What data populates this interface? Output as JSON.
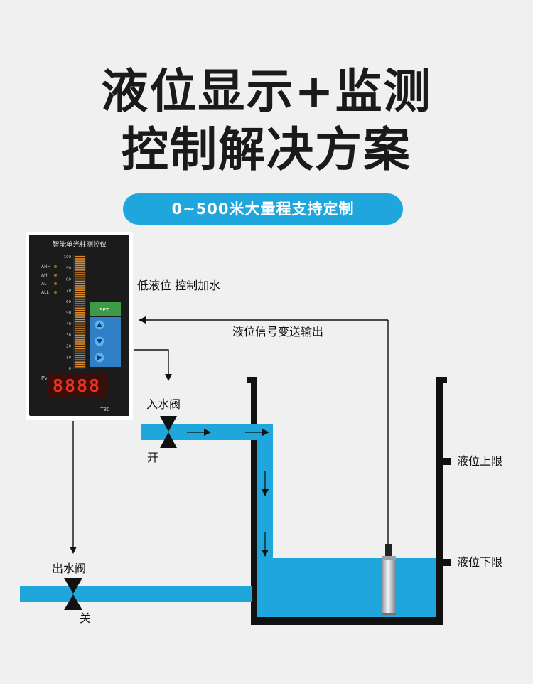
{
  "title": {
    "line1": "液位显示+监测",
    "line2": "控制解决方案"
  },
  "range_badge": "0~500米大量程支持定制",
  "controller": {
    "name": "智能单光柱测控仪",
    "alarm_labels": [
      "AHH",
      "AH",
      "AL",
      "ALL"
    ],
    "scale_ticks": [
      "100",
      "90",
      "80",
      "70",
      "60",
      "50",
      "40",
      "30",
      "20",
      "10",
      "0"
    ],
    "pv_label": "PV",
    "digits": "8888",
    "set_label": "SET",
    "model": "T80"
  },
  "labels": {
    "low_level_control": "低液位 控制加水",
    "signal_output": "液位信号变送输出",
    "inlet_valve": "入水阀",
    "inlet_state": "开",
    "outlet_valve": "出水阀",
    "outlet_state": "关",
    "upper_limit": "液位上限",
    "lower_limit": "液位下限"
  },
  "colors": {
    "water": "#1ea6dd",
    "line": "#111111",
    "panel": "#1b1b1b",
    "led": "#e8321e",
    "bar_fill": "#d98a2a"
  }
}
